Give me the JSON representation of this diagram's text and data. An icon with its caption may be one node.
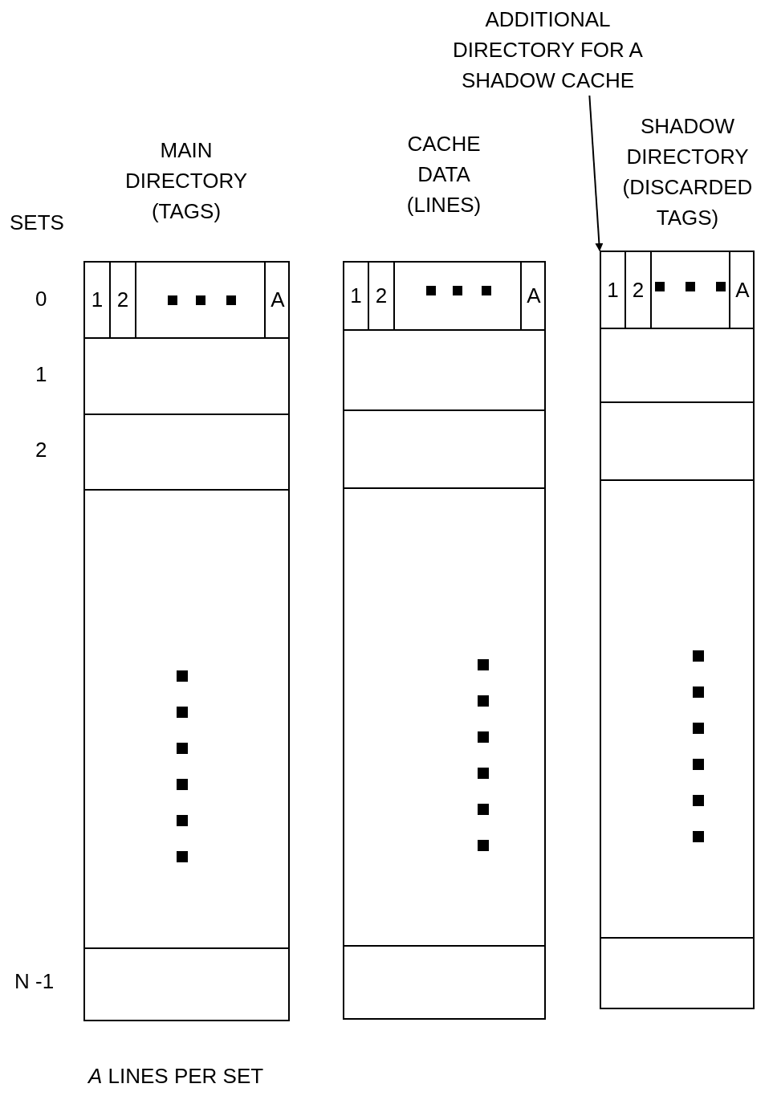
{
  "diagram": {
    "nodes": [
      {
        "text": [
          "ADDITIONAL DIRECTORY FOR A SHADOW CACHE"
        ]
      },
      {
        "text": [
          "MAIN DIRECTORY (TAGS)"
        ]
      },
      {
        "text": [],
        "shape": "box",
        "in": 1
      },
      {
        "text": [
          "1"
        ],
        "in": 2
      },
      {
        "text": [
          "2"
        ],
        "in": 2
      },
      {
        "text": [
          "A"
        ],
        "in": 2
      },
      {
        "text": [],
        "shape": "box",
        "in": 1
      },
      {
        "text": [],
        "shape": "box",
        "in": 1
      },
      {
        "text": [],
        "shape": "box",
        "in": 1
      },
      {
        "text": [
          "CACHE DATA (LINES)"
        ]
      },
      {
        "text": [],
        "shape": "box",
        "in": 9
      },
      {
        "text": [
          "1"
        ],
        "in": 10
      },
      {
        "text": [
          "2"
        ],
        "in": 10
      },
      {
        "text": [
          "A"
        ],
        "in": 10
      },
      {
        "text": [],
        "shape": "box",
        "in": 9
      },
      {
        "text": [],
        "shape": "box",
        "in": 9
      },
      {
        "text": [],
        "shape": "box",
        "in": 9
      },
      {
        "text": [
          "SHADOW DIRECTORY (DISCARDED TAGS)"
        ]
      },
      {
        "text": [],
        "shape": "box",
        "in": 17
      },
      {
        "text": [
          "1"
        ],
        "in": 18
      },
      {
        "text": [
          "2"
        ],
        "in": 18
      },
      {
        "text": [
          "A"
        ],
        "in": 18
      },
      {
        "text": [],
        "shape": "box",
        "in": 17
      },
      {
        "text": [],
        "shape": "box",
        "in": 17
      },
      {
        "text": [],
        "shape": "box",
        "in": 17
      }
    ],
    "edges": [
      {
        "from": 0,
        "to": 17,
        "arrow": "to"
      }
    ],
    "labels": [
      "SETS",
      "0",
      "1",
      "2",
      "N -1",
      "*A* LINES PER SET"
    ]
  }
}
